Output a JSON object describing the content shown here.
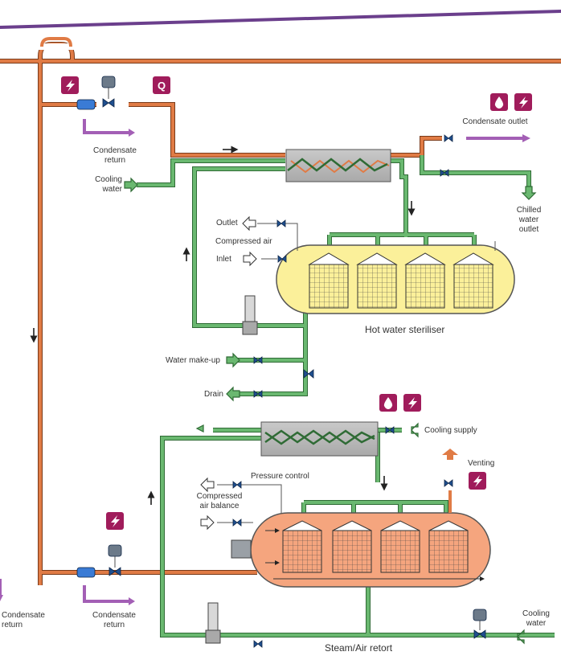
{
  "labels": {
    "condensate_return_top": "Condensate return",
    "cooling_water_top": "Cooling water",
    "condensate_outlet": "Condensate outlet",
    "chilled_water_outlet": "Chilled water outlet",
    "outlet": "Outlet",
    "compressed_air": "Compressed air",
    "inlet": "Inlet",
    "hot_water_steriliser": "Hot water steriliser",
    "water_make_up": "Water make-up",
    "drain": "Drain",
    "cooling_supply": "Cooling supply",
    "venting": "Venting",
    "pressure_control": "Pressure control",
    "compressed_air_balance": "Compressed air balance",
    "condensate_return_left": "Condensate return",
    "condensate_return_mid": "Condensate return",
    "cooling_water_bottom": "Cooling water",
    "steam_air_retort": "Steam/Air retort"
  },
  "badges": {
    "q_letter": "Q"
  },
  "icons": [
    "lightning-icon",
    "droplet-icon",
    "q-icon"
  ],
  "colors": {
    "steam_pipe": "#e07b45",
    "water_pipe": "#6ab870",
    "condensate_pipe": "#a35fb5",
    "badge_purple": "#a01c5b",
    "tank_yellow": "#fbf09a",
    "tank_orange": "#f5a57e",
    "accent_line": "#6b3f8c"
  }
}
